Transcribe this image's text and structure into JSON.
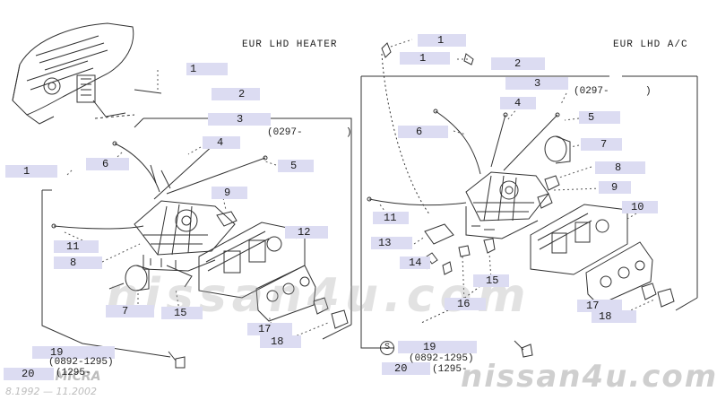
{
  "left_section": {
    "title": "EUR LHD HEATER",
    "date_code": "(0297-",
    "callouts": [
      "1",
      "2",
      "3",
      "4",
      "5",
      "6",
      "1",
      "9",
      "11",
      "8",
      "12",
      "7",
      "15",
      "17",
      "18",
      "19",
      "20"
    ],
    "range_1": "(0892-1295)",
    "range_2": "(1295-"
  },
  "right_section": {
    "title": "EUR LHD A/C",
    "date_code": "(0297-",
    "callouts": [
      "1",
      "1",
      "2",
      "3",
      "4",
      "5",
      "6",
      "7",
      "8",
      "9",
      "10",
      "11",
      "13",
      "14",
      "15",
      "16",
      "17",
      "18",
      "19",
      "20"
    ],
    "range_1": "(0892-1295)",
    "range_2": "(1295-",
    "s_mark": "S"
  },
  "footer": {
    "brand_left": "Nissan MICRA",
    "date_range": "8.1992 — 11.2002",
    "brand_right": "nissan4u.com",
    "watermark": "nissan4u.com"
  }
}
